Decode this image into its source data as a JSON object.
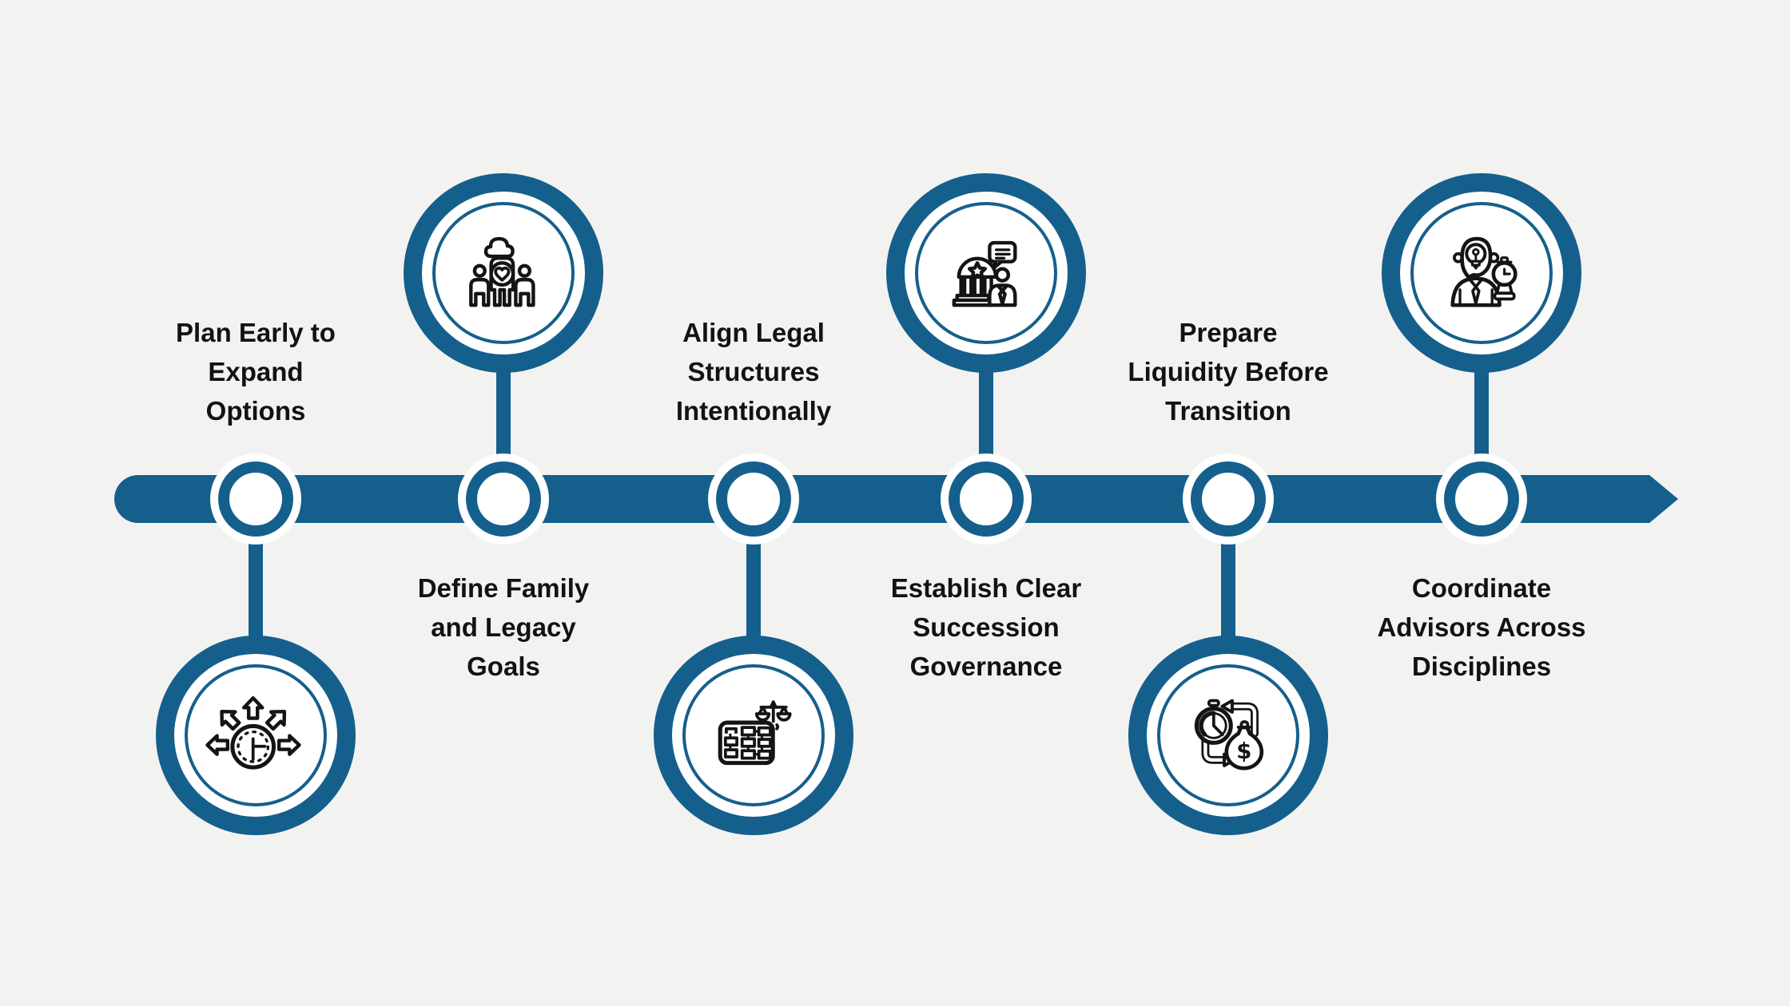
{
  "colors": {
    "accent_blue": "#155f8c",
    "background": "#f2f2f1",
    "text": "#121212",
    "icon_stroke": "#141414",
    "circle_fill": "#ffffff"
  },
  "timeline": {
    "orientation": "horizontal",
    "arrow_direction": "right",
    "step_count": 6
  },
  "steps": [
    {
      "label": "Plan Early to\nExpand\nOptions",
      "icon": "clock-expand-arrows",
      "icon_position": "below",
      "label_position": "above"
    },
    {
      "label": "Define Family\nand Legacy\nGoals",
      "icon": "family-heart",
      "icon_position": "above",
      "label_position": "below"
    },
    {
      "label": "Align Legal\nStructures\nIntentionally",
      "icon": "org-chart-scales",
      "icon_position": "below",
      "label_position": "above"
    },
    {
      "label": "Establish Clear\nSuccession\nGovernance",
      "icon": "bank-advisor-speech",
      "icon_position": "above",
      "label_position": "below"
    },
    {
      "label": "Prepare\nLiquidity Before\nTransition",
      "icon": "stopwatch-money-bag",
      "icon_position": "below",
      "label_position": "above"
    },
    {
      "label": "Coordinate\nAdvisors Across\nDisciplines",
      "icon": "person-lightbulb-clock",
      "icon_position": "above",
      "label_position": "below"
    }
  ]
}
